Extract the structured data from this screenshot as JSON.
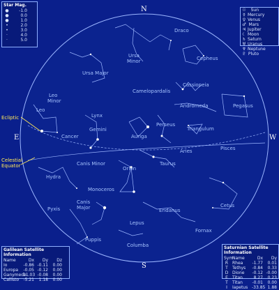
{
  "compass": {
    "north": "N",
    "south": "S",
    "east": "E",
    "west": "W"
  },
  "side_labels": {
    "ecliptic": "Ecliptic",
    "celestial_equator": "Celestial Equator"
  },
  "colors": {
    "sky": "#0a1f8c",
    "lines": "#9bb5ff",
    "stars": "#ffffff",
    "labels": "#a7c4ff",
    "annotation": "#ffe85a"
  },
  "magnitude_panel": {
    "title": "Star Mag.",
    "rows": [
      {
        "symbol": "●",
        "value": "-1.0"
      },
      {
        "symbol": "●",
        "value": "0.0"
      },
      {
        "symbol": "●",
        "value": "1.0"
      },
      {
        "symbol": "•",
        "value": "2.0"
      },
      {
        "symbol": "•",
        "value": "3.0"
      },
      {
        "symbol": "·",
        "value": "4.0"
      },
      {
        "symbol": "·",
        "value": "5.0"
      }
    ]
  },
  "legend": {
    "items": [
      {
        "symbol": "☉",
        "label": "Sun"
      },
      {
        "symbol": "☿",
        "label": "Mercury"
      },
      {
        "symbol": "♀",
        "label": "Venus"
      },
      {
        "symbol": "♂",
        "label": "Mars"
      },
      {
        "symbol": "♃",
        "label": "Jupiter"
      },
      {
        "symbol": "☾",
        "label": "Moon"
      },
      {
        "symbol": "♄",
        "label": "Saturn"
      },
      {
        "symbol": "♅",
        "label": "Uranus"
      },
      {
        "symbol": "♆",
        "label": "Neptune"
      },
      {
        "symbol": "♇",
        "label": "Pluto"
      }
    ]
  },
  "galilean_panel": {
    "title": "Galilean Satellite Information",
    "headers": [
      "Name",
      "Dx",
      "Dy",
      "Dz"
    ],
    "rows": [
      [
        "Io",
        "-0.86",
        "-0.11",
        "0.00"
      ],
      [
        "Europa",
        "-0.05",
        "-0.12",
        "0.00"
      ],
      [
        "Ganymede",
        "11.03",
        "-0.08",
        "0.00"
      ],
      [
        "Callisto",
        "-5.21",
        "1.18",
        "0.00"
      ]
    ]
  },
  "saturnian_panel": {
    "title": "Saturnian Satellite Information",
    "headers": [
      "Sym",
      "Name",
      "Dx",
      "Dy"
    ],
    "rows": [
      [
        "R",
        "Rhea",
        "-1.77",
        "0.01"
      ],
      [
        "T",
        "Tethys",
        "-0.84",
        "0.33"
      ],
      [
        "D",
        "Dione",
        "-0.12",
        "-0.00"
      ],
      [
        "E",
        "Titan",
        "8.27",
        "0.23"
      ],
      [
        "T",
        "Titan",
        "-0.01",
        "0.00"
      ],
      [
        "I",
        "Iapetus",
        "-33.85",
        "1.88"
      ]
    ]
  },
  "constellations": [
    {
      "id": "draco",
      "name": "Draco"
    },
    {
      "id": "cepheus",
      "name": "Cepheus"
    },
    {
      "id": "ursa-minor-1",
      "name": "Ursa"
    },
    {
      "id": "ursa-minor-2",
      "name": "Minor"
    },
    {
      "id": "ursa-major",
      "name": "Ursa Major"
    },
    {
      "id": "camelopardalis",
      "name": "Camelopardalis"
    },
    {
      "id": "cassiopeia",
      "name": "Cassiopeia"
    },
    {
      "id": "leo-minor-1",
      "name": "Leo"
    },
    {
      "id": "leo-minor-2",
      "name": "Minor"
    },
    {
      "id": "lynx",
      "name": "Lynx"
    },
    {
      "id": "andromeda",
      "name": "Andromeda"
    },
    {
      "id": "pegasus",
      "name": "Pegasus"
    },
    {
      "id": "leo",
      "name": "Leo"
    },
    {
      "id": "perseus",
      "name": "Perseus"
    },
    {
      "id": "gemini",
      "name": "Gemini"
    },
    {
      "id": "auriga",
      "name": "Auriga"
    },
    {
      "id": "triangulum",
      "name": "Triangulum"
    },
    {
      "id": "cancer",
      "name": "Cancer"
    },
    {
      "id": "aries",
      "name": "Aries"
    },
    {
      "id": "pisces",
      "name": "Pisces"
    },
    {
      "id": "canis-minor",
      "name": "Canis Minor"
    },
    {
      "id": "taurus",
      "name": "Taurus"
    },
    {
      "id": "orion",
      "name": "Orion"
    },
    {
      "id": "hydra",
      "name": "Hydra"
    },
    {
      "id": "monoceros",
      "name": "Monoceros"
    },
    {
      "id": "canis-major-1",
      "name": "Canis"
    },
    {
      "id": "canis-major-2",
      "name": "Major"
    },
    {
      "id": "pyxis",
      "name": "Pyxis"
    },
    {
      "id": "cetus",
      "name": "Cetus"
    },
    {
      "id": "eridanus",
      "name": "Eridanus"
    },
    {
      "id": "lepus",
      "name": "Lepus"
    },
    {
      "id": "fornax",
      "name": "Fornax"
    },
    {
      "id": "puppis",
      "name": "Puppis"
    },
    {
      "id": "columba",
      "name": "Columba"
    }
  ]
}
